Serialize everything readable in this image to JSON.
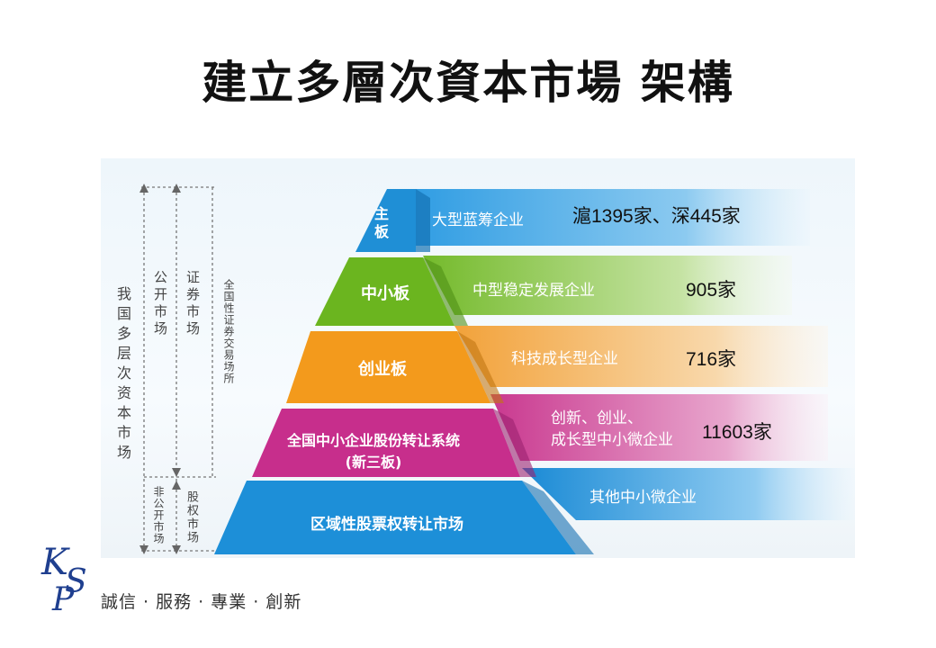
{
  "title": "建立多層次資本市場 架構",
  "brackets": {
    "outer": "我国多层次资本市场",
    "public": "公开市场",
    "securities": "证券市场",
    "national_exchange": "全国性证券交易场所",
    "non_public": "非公开市场",
    "equity": "股权市场"
  },
  "tiers": [
    {
      "board": "主板",
      "category": "大型蓝筹企业",
      "count": "滬1395家、深445家",
      "color": "#1f8fd6"
    },
    {
      "board": "中小板",
      "category": "中型稳定发展企业",
      "count": "905家",
      "color": "#6bb51f"
    },
    {
      "board": "创业板",
      "category": "科技成长型企业",
      "count": "716家",
      "color": "#f39a1c"
    },
    {
      "board": "全国中小企业股份转让系统",
      "board_sub": "(新三板)",
      "category": "创新、创业、",
      "category_line2": "成长型中小微企业",
      "count": "11603家",
      "color": "#c72e8c"
    },
    {
      "board": "区域性股票权转让市场",
      "category": "其他中小微企业",
      "count": "",
      "color": "#1d8fd8"
    }
  ],
  "logo_letters": "KSP",
  "slogan": "誠信 · 服務 · 專業 · 創新"
}
